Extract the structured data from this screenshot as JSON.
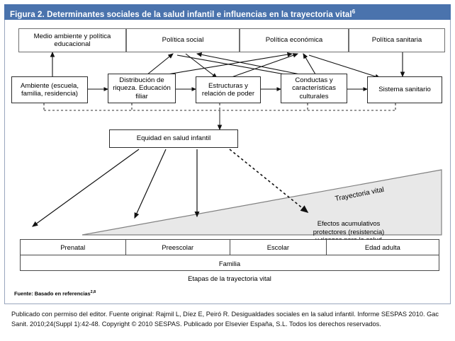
{
  "figure": {
    "title_text": "Figura 2. Determinantes sociales de la salud infantil e influencias en la trayectoria vital",
    "title_superscript": "6",
    "header_color": "#4a73ad",
    "border_color": "#9aa7bd"
  },
  "diagram": {
    "row_policies": [
      {
        "id": "medio-ambiente",
        "label": "Medio ambiente y política educacional"
      },
      {
        "id": "politica-social",
        "label": "Política social"
      },
      {
        "id": "politica-economica",
        "label": "Política económica"
      },
      {
        "id": "politica-sanitaria",
        "label": "Política sanitaria"
      }
    ],
    "row_determinants": [
      {
        "id": "ambiente",
        "label": "Ambiente (escuela, familia, residencia)"
      },
      {
        "id": "distribucion-riqueza",
        "label": "Distribución de riqueza. Educación filiar"
      },
      {
        "id": "estructuras-poder",
        "label": "Estructuras y relación de poder"
      },
      {
        "id": "conductas-culturales",
        "label": "Conductas y características culturales"
      },
      {
        "id": "sistema-sanitario",
        "label": "Sistema sanitario"
      }
    ],
    "equity_box": {
      "id": "equidad",
      "label": "Equidad en salud infantil"
    },
    "trajectory_label": "Trayectoria vital",
    "cumulative_effects_label": "Efectos acumulativos protectores (resistencia) y riesgos para la salud",
    "cumulative_effects_lines": [
      "Efectos acumulativos",
      "protectores (resistencia)",
      "y riesgos para la salud"
    ],
    "triangle_fill": "#e8e8e8",
    "triangle_stroke": "#808080"
  },
  "stages": {
    "columns": [
      "Prenatal",
      "Preescolar",
      "Escolar",
      "Edad adulta"
    ],
    "full_row_label": "Familia",
    "caption": "Etapas de la trayectoria vital"
  },
  "source": {
    "text": "Fuente: Basado en referencias",
    "superscript": "2,8"
  },
  "footer": {
    "text": "Publicado con permiso del editor. Fuente original: Rajmil L, Díez E, Peiró R. Desigualdades sociales en la salud infantil. Informe SESPAS 2010. Gac Sanit. 2010;24(Suppl 1):42-48. Copyright © 2010 SESPAS. Publicado por Elsevier España, S.L. Todos los derechos reservados."
  }
}
